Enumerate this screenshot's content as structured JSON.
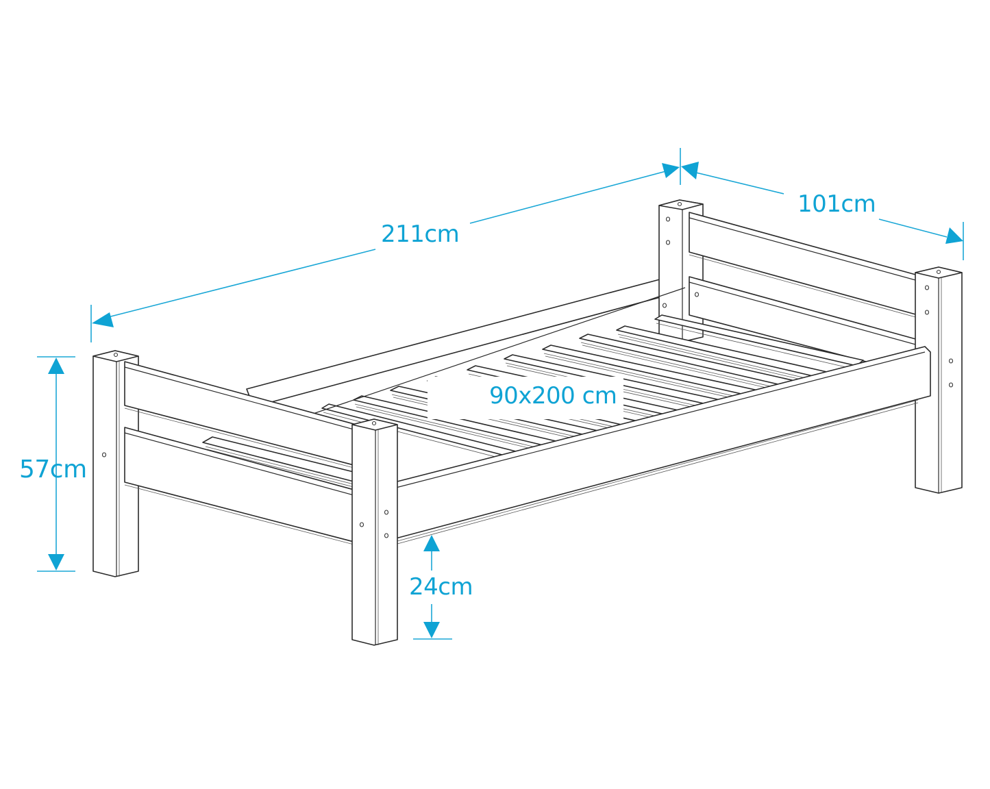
{
  "diagram": {
    "subject": "Single bed frame with slatted base",
    "accent_color": "#0fa3d4",
    "line_color": "#2a2a2a",
    "dimensions": {
      "length": {
        "label": "211cm",
        "value": 211,
        "unit": "cm",
        "description": "overall length"
      },
      "width": {
        "label": "101cm",
        "value": 101,
        "unit": "cm",
        "description": "overall width"
      },
      "height": {
        "label": "57cm",
        "value": 57,
        "unit": "cm",
        "description": "overall post height"
      },
      "clearance": {
        "label": "24cm",
        "value": 24,
        "unit": "cm",
        "description": "floor to underside of side rail"
      },
      "mattress": {
        "label": "90x200 cm",
        "width": 90,
        "length": 200,
        "unit": "cm",
        "description": "mattress size"
      }
    },
    "parts": {
      "posts": 4,
      "slats_visible": 10,
      "head_end_rails": 2,
      "foot_end_rails": 2
    }
  }
}
